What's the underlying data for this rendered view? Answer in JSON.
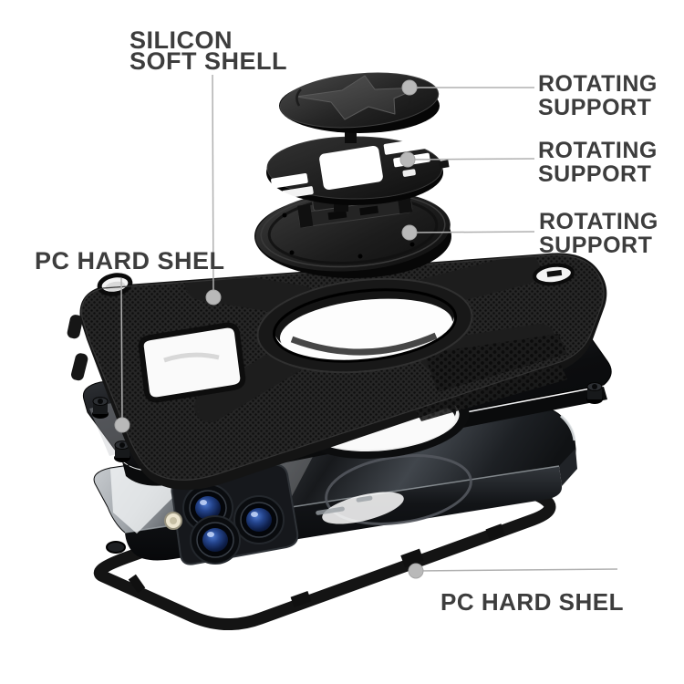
{
  "page": {
    "background": "#ffffff",
    "description_visible_text_only": true
  },
  "annotations": {
    "silicon_soft_shell": {
      "line1": "SILICON",
      "line2": "SOFT SHELL"
    },
    "rotating_support_top": {
      "line1": "ROTATING",
      "line2": "SUPPORT"
    },
    "rotating_support_middle": {
      "line1": "ROTATING",
      "line2": "SUPPORT"
    },
    "rotating_support_bottom": {
      "line1": "ROTATING",
      "line2": "SUPPORT"
    },
    "pc_hard_shell_left": {
      "text": "PC HARD SHEL"
    },
    "pc_hard_shell_bottom": {
      "text": "PC HARD SHEL"
    }
  },
  "parts": [
    {
      "id": "rotating-support-cover-disc",
      "label": "ROTATING SUPPORT"
    },
    {
      "id": "rotating-support-plate",
      "label": "ROTATING SUPPORT"
    },
    {
      "id": "rotating-support-kickstand-disc",
      "label": "ROTATING SUPPORT"
    },
    {
      "id": "silicone-soft-shell",
      "label": "SILICON SOFT SHELL"
    },
    {
      "id": "pc-hard-shell-inner",
      "label": "PC HARD SHEL"
    },
    {
      "id": "phone"
    },
    {
      "id": "pc-hard-shell-frame",
      "label": "PC HARD SHEL"
    }
  ],
  "colors": {
    "label_text": "#3d3d3d",
    "leader_line": "#b0b0b0",
    "leader_dot": "#b9b9b9",
    "part_black": "#151515",
    "lens_blue": "#1c3a74",
    "background": "#ffffff"
  }
}
